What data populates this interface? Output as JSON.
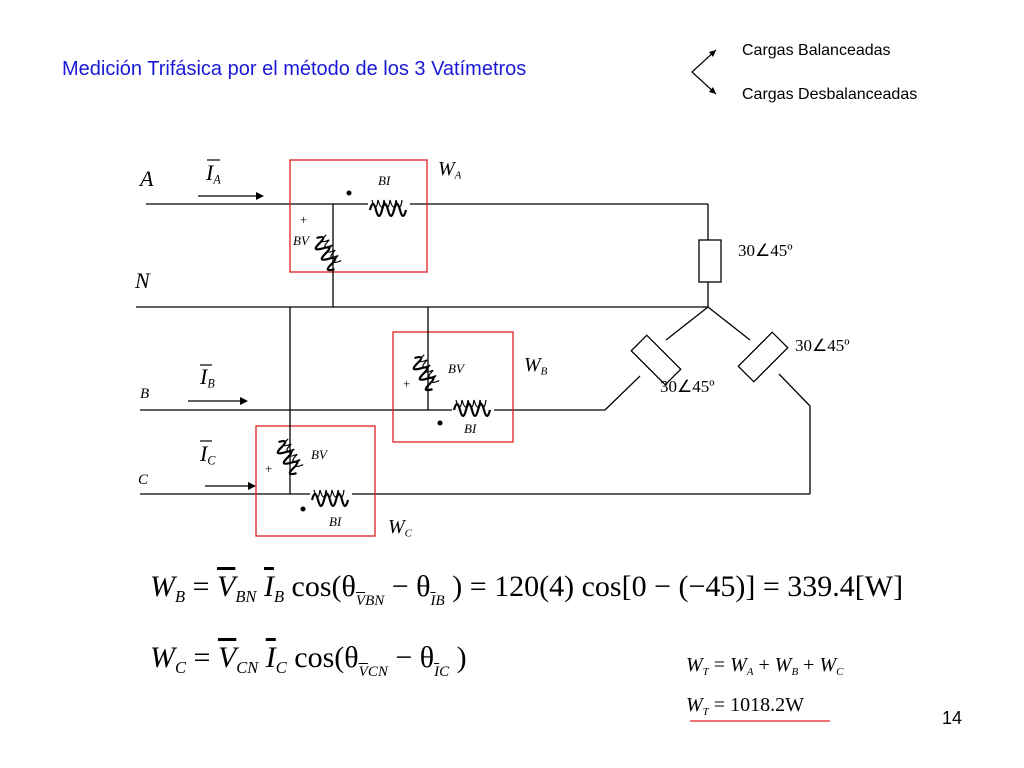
{
  "slide": {
    "title": "Medición Trifásica por el método de los 3 Vatímetros",
    "legend": {
      "balanced": "Cargas Balanceadas",
      "unbalanced": "Cargas Desbalanceadas"
    },
    "page_number": "14",
    "colors": {
      "title": "#1a1ad6",
      "wattmeter_box": "#e02020",
      "underline": "#e02020"
    }
  },
  "circuit": {
    "lines": {
      "a": "A",
      "n": "N",
      "b": "B",
      "c": "C"
    },
    "currents": {
      "ia_main": "I",
      "ia_sub": "A",
      "ib_main": "I",
      "ib_sub": "B",
      "ic_main": "I",
      "ic_sub": "C"
    },
    "wattmeters": {
      "wa": "W",
      "wa_sub": "A",
      "wb": "W",
      "wb_sub": "B",
      "wc": "W",
      "wc_sub": "C"
    },
    "coil_labels": {
      "current_coil": "BI",
      "voltage_coil": "BV",
      "plus": "+"
    },
    "loads": {
      "impedance_a": "30∠45º",
      "impedance_b": "30∠45º",
      "impedance_c": "30∠45º"
    }
  },
  "equations": {
    "wb_line": {
      "lhs": "W",
      "lhs_sub": "B",
      "v": "V",
      "v_sub": "BN",
      "i": "I",
      "i_sub": "B",
      "cos": "cos(θ",
      "theta_sub_v": "V",
      "theta_sub_v_sub": "BN",
      "minus_theta": "− θ",
      "theta_sub_i": "I",
      "theta_sub_i_sub": "B",
      "rhs": ") = 120(4) cos[0 − (−45)] = 339.4[W]"
    },
    "wc_line": {
      "lhs": "W",
      "lhs_sub": "C",
      "v": "V",
      "v_sub": "CN",
      "i": "I",
      "i_sub": "C",
      "cos": "cos(θ",
      "theta_sub_v": "V",
      "theta_sub_v_sub": "CN",
      "minus_theta": "− θ",
      "theta_sub_i": "I",
      "theta_sub_i_sub": "C",
      "close": ")"
    },
    "total_sum": {
      "lhs": "W",
      "lhs_sub": "T",
      "eq": "=",
      "t1": "W",
      "t1_sub": "A",
      "t2": "W",
      "t2_sub": "B",
      "t3": "W",
      "t3_sub": "C",
      "plus": "+"
    },
    "total_value": {
      "lhs": "W",
      "lhs_sub": "T",
      "rhs": "= 1018.2W"
    }
  }
}
